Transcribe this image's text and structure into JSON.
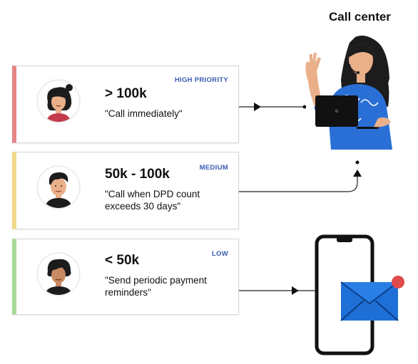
{
  "call_center": {
    "title": "Call center"
  },
  "tiers": [
    {
      "badge": "HIGH PRIORITY",
      "amount": "> 100k",
      "instruction": "\"Call immediately\"",
      "accent": "#e58585"
    },
    {
      "badge": "MEDIUM",
      "amount": "50k - 100k",
      "instruction": "\"Call when DPD count exceeds 30 days\"",
      "accent": "#f1d98a"
    },
    {
      "badge": "LOW",
      "amount": "< 50k",
      "instruction": "\"Send periodic payment reminders\"",
      "accent": "#a9d89a"
    }
  ],
  "icons": {
    "agent": "call-center-agent-icon",
    "phone": "smartphone-icon",
    "mail": "envelope-icon",
    "notification": "notification-dot-icon"
  },
  "colors": {
    "badge_text": "#3b5bb4",
    "mail_blue": "#1e6fd6",
    "notification_red": "#e24b4b"
  }
}
